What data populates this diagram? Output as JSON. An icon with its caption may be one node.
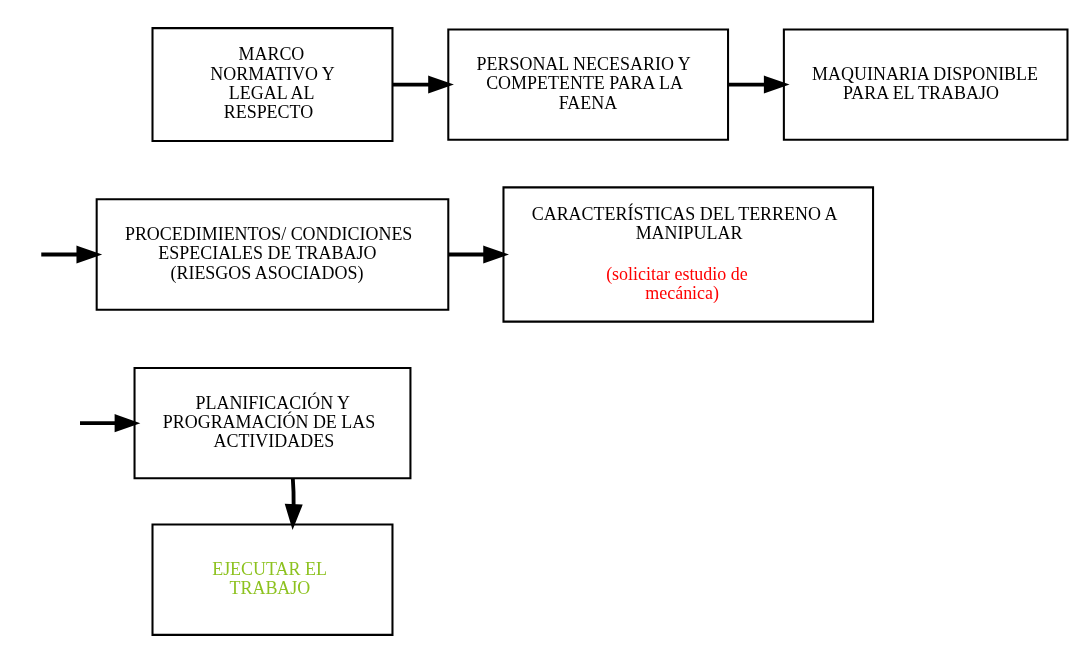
{
  "diagram": {
    "nodes": [
      {
        "text": [
          "MARCO NORMATIVO Y LEGAL AL RESPECTO"
        ]
      },
      {
        "text": [
          "PERSONAL NECESARIO Y COMPETENTE PARA LA FAENA"
        ]
      },
      {
        "text": [
          "MAQUINARIA DISPONIBLE PARA EL TRABAJO"
        ]
      },
      {
        "text": [
          "PROCEDIMIENTOS/ CONDICIONES ESPECIALES DE TRABAJO (RIESGOS ASOCIADOS)"
        ]
      },
      {
        "text": [
          "CARACTERÍSTICAS DEL TERRENO A MANIPULAR",
          "(solicitar estudio de mecánica)"
        ]
      },
      {
        "text": [
          "PLANIFICACIÓN Y PROGRAMACIÓN DE LAS ACTIVIDADES"
        ]
      },
      {
        "text": [
          "EJECUTAR EL TRABAJO"
        ]
      }
    ],
    "edges": [
      {
        "from": 0,
        "to": 1,
        "arrow": "to"
      },
      {
        "from": 1,
        "to": 2,
        "arrow": "to"
      },
      {
        "from": null,
        "to": 3,
        "arrow": "to"
      },
      {
        "from": 3,
        "to": 4,
        "arrow": "to"
      },
      {
        "from": null,
        "to": 5,
        "arrow": "to"
      },
      {
        "from": 5,
        "to": 6,
        "arrow": "to"
      }
    ]
  }
}
